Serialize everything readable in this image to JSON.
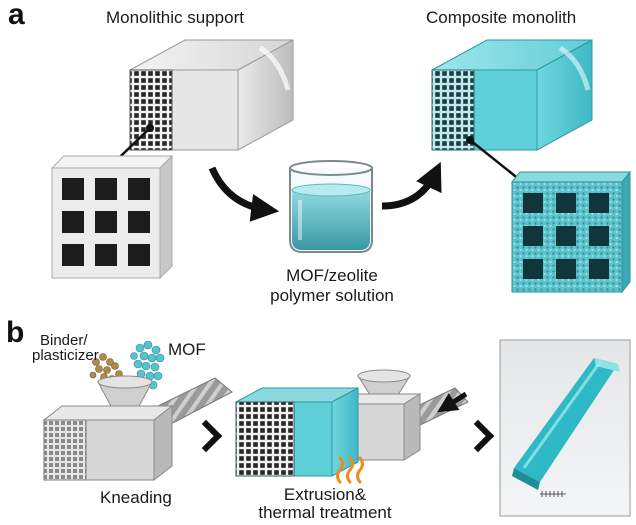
{
  "panel_a": {
    "letter": "a",
    "left_title": "Monolithic support",
    "right_title": "Composite monolith",
    "solution_label_line1": "MOF/zeolite",
    "solution_label_line2": "polymer solution"
  },
  "panel_b": {
    "letter": "b",
    "binder_line1": "Binder/",
    "binder_line2": "plasticizer",
    "mof_label": "MOF",
    "kneading_label": "Kneading",
    "extrusion_line1": "Extrusion&",
    "extrusion_line2": "thermal treatment"
  },
  "colors": {
    "monolith_gray": "#d9dcdd",
    "composite_cyan": "#4cc7d2",
    "solution_cyan": "#7fd2da",
    "mof_particles": "#57c3d0",
    "binder_particles": "#b08a4a",
    "heat_orange": "#f08a1c",
    "arrow_black": "#111111"
  }
}
